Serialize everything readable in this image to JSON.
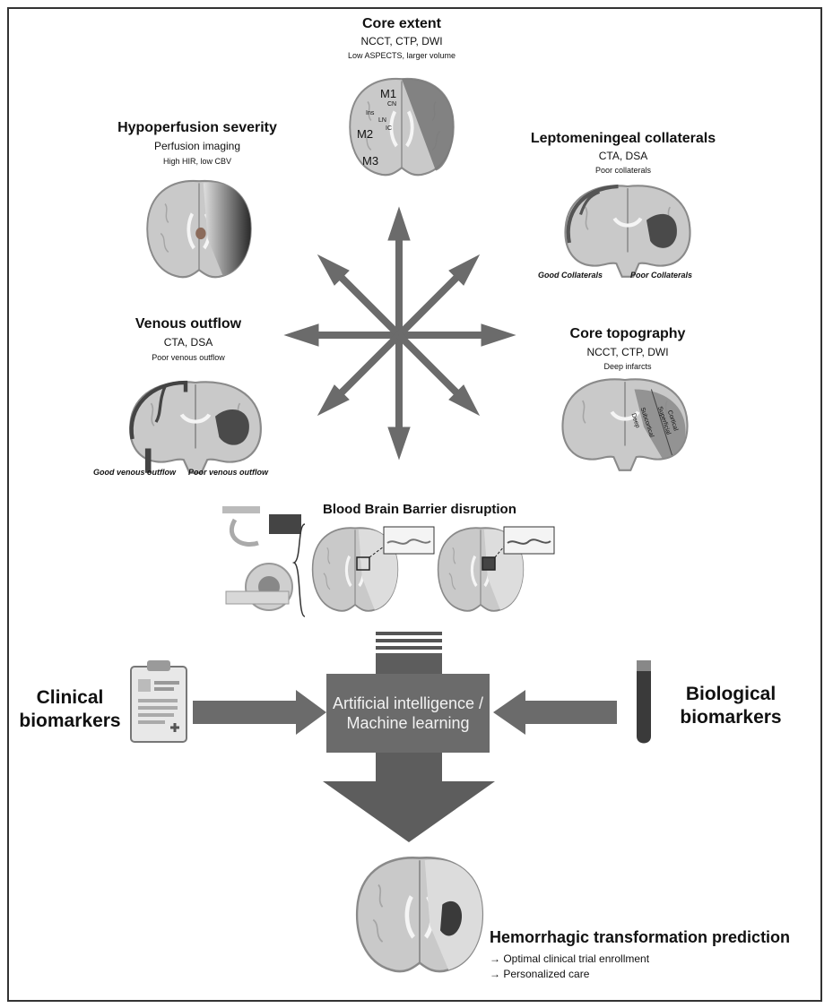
{
  "core_extent": {
    "title": "Core extent",
    "modalities": "NCCT, CTP, DWI",
    "finding": "Low ASPECTS, larger volume",
    "regions": {
      "m1": "M1",
      "m2": "M2",
      "m3": "M3",
      "ins": "Ins",
      "cn": "CN",
      "ln": "LN",
      "ic": "IC"
    }
  },
  "hypoperfusion": {
    "title": "Hypoperfusion severity",
    "modalities": "Perfusion imaging",
    "finding": "High HIR, low CBV"
  },
  "leptomeningeal": {
    "title": "Leptomeningeal collaterals",
    "modalities": "CTA, DSA",
    "finding": "Poor collaterals",
    "good_label": "Good Collaterals",
    "poor_label": "Poor Collaterals"
  },
  "venous": {
    "title": "Venous outflow",
    "modalities": "CTA, DSA",
    "finding": "Poor venous outflow",
    "good_label": "Good venous outflow",
    "poor_label": "Poor venous outflow"
  },
  "topography": {
    "title": "Core topography",
    "modalities": "NCCT, CTP, DWI",
    "finding": "Deep infarcts",
    "zones": {
      "cortical": "Cortical",
      "superficial": "Superficial",
      "subcortical": "Subcortical",
      "deep": "Deep"
    }
  },
  "bbb": {
    "title": "Blood Brain Barrier disruption"
  },
  "clinical": {
    "line1": "Clinical",
    "line2": "biomarkers"
  },
  "biological": {
    "line1": "Biological",
    "line2": "biomarkers"
  },
  "ai": {
    "label": "Artificial intelligence / Machine learning"
  },
  "result": {
    "title": "Hemorrhagic transformation prediction",
    "items": [
      "→  Optimal clinical trial enrollment",
      "→  Personalized care"
    ]
  },
  "colors": {
    "arrow": "#6b6b6b",
    "ai_box": "#6b6b6b",
    "brain": "#c9c9c9",
    "brain_dark": "#9a9a9a",
    "lesion": "#555555"
  }
}
